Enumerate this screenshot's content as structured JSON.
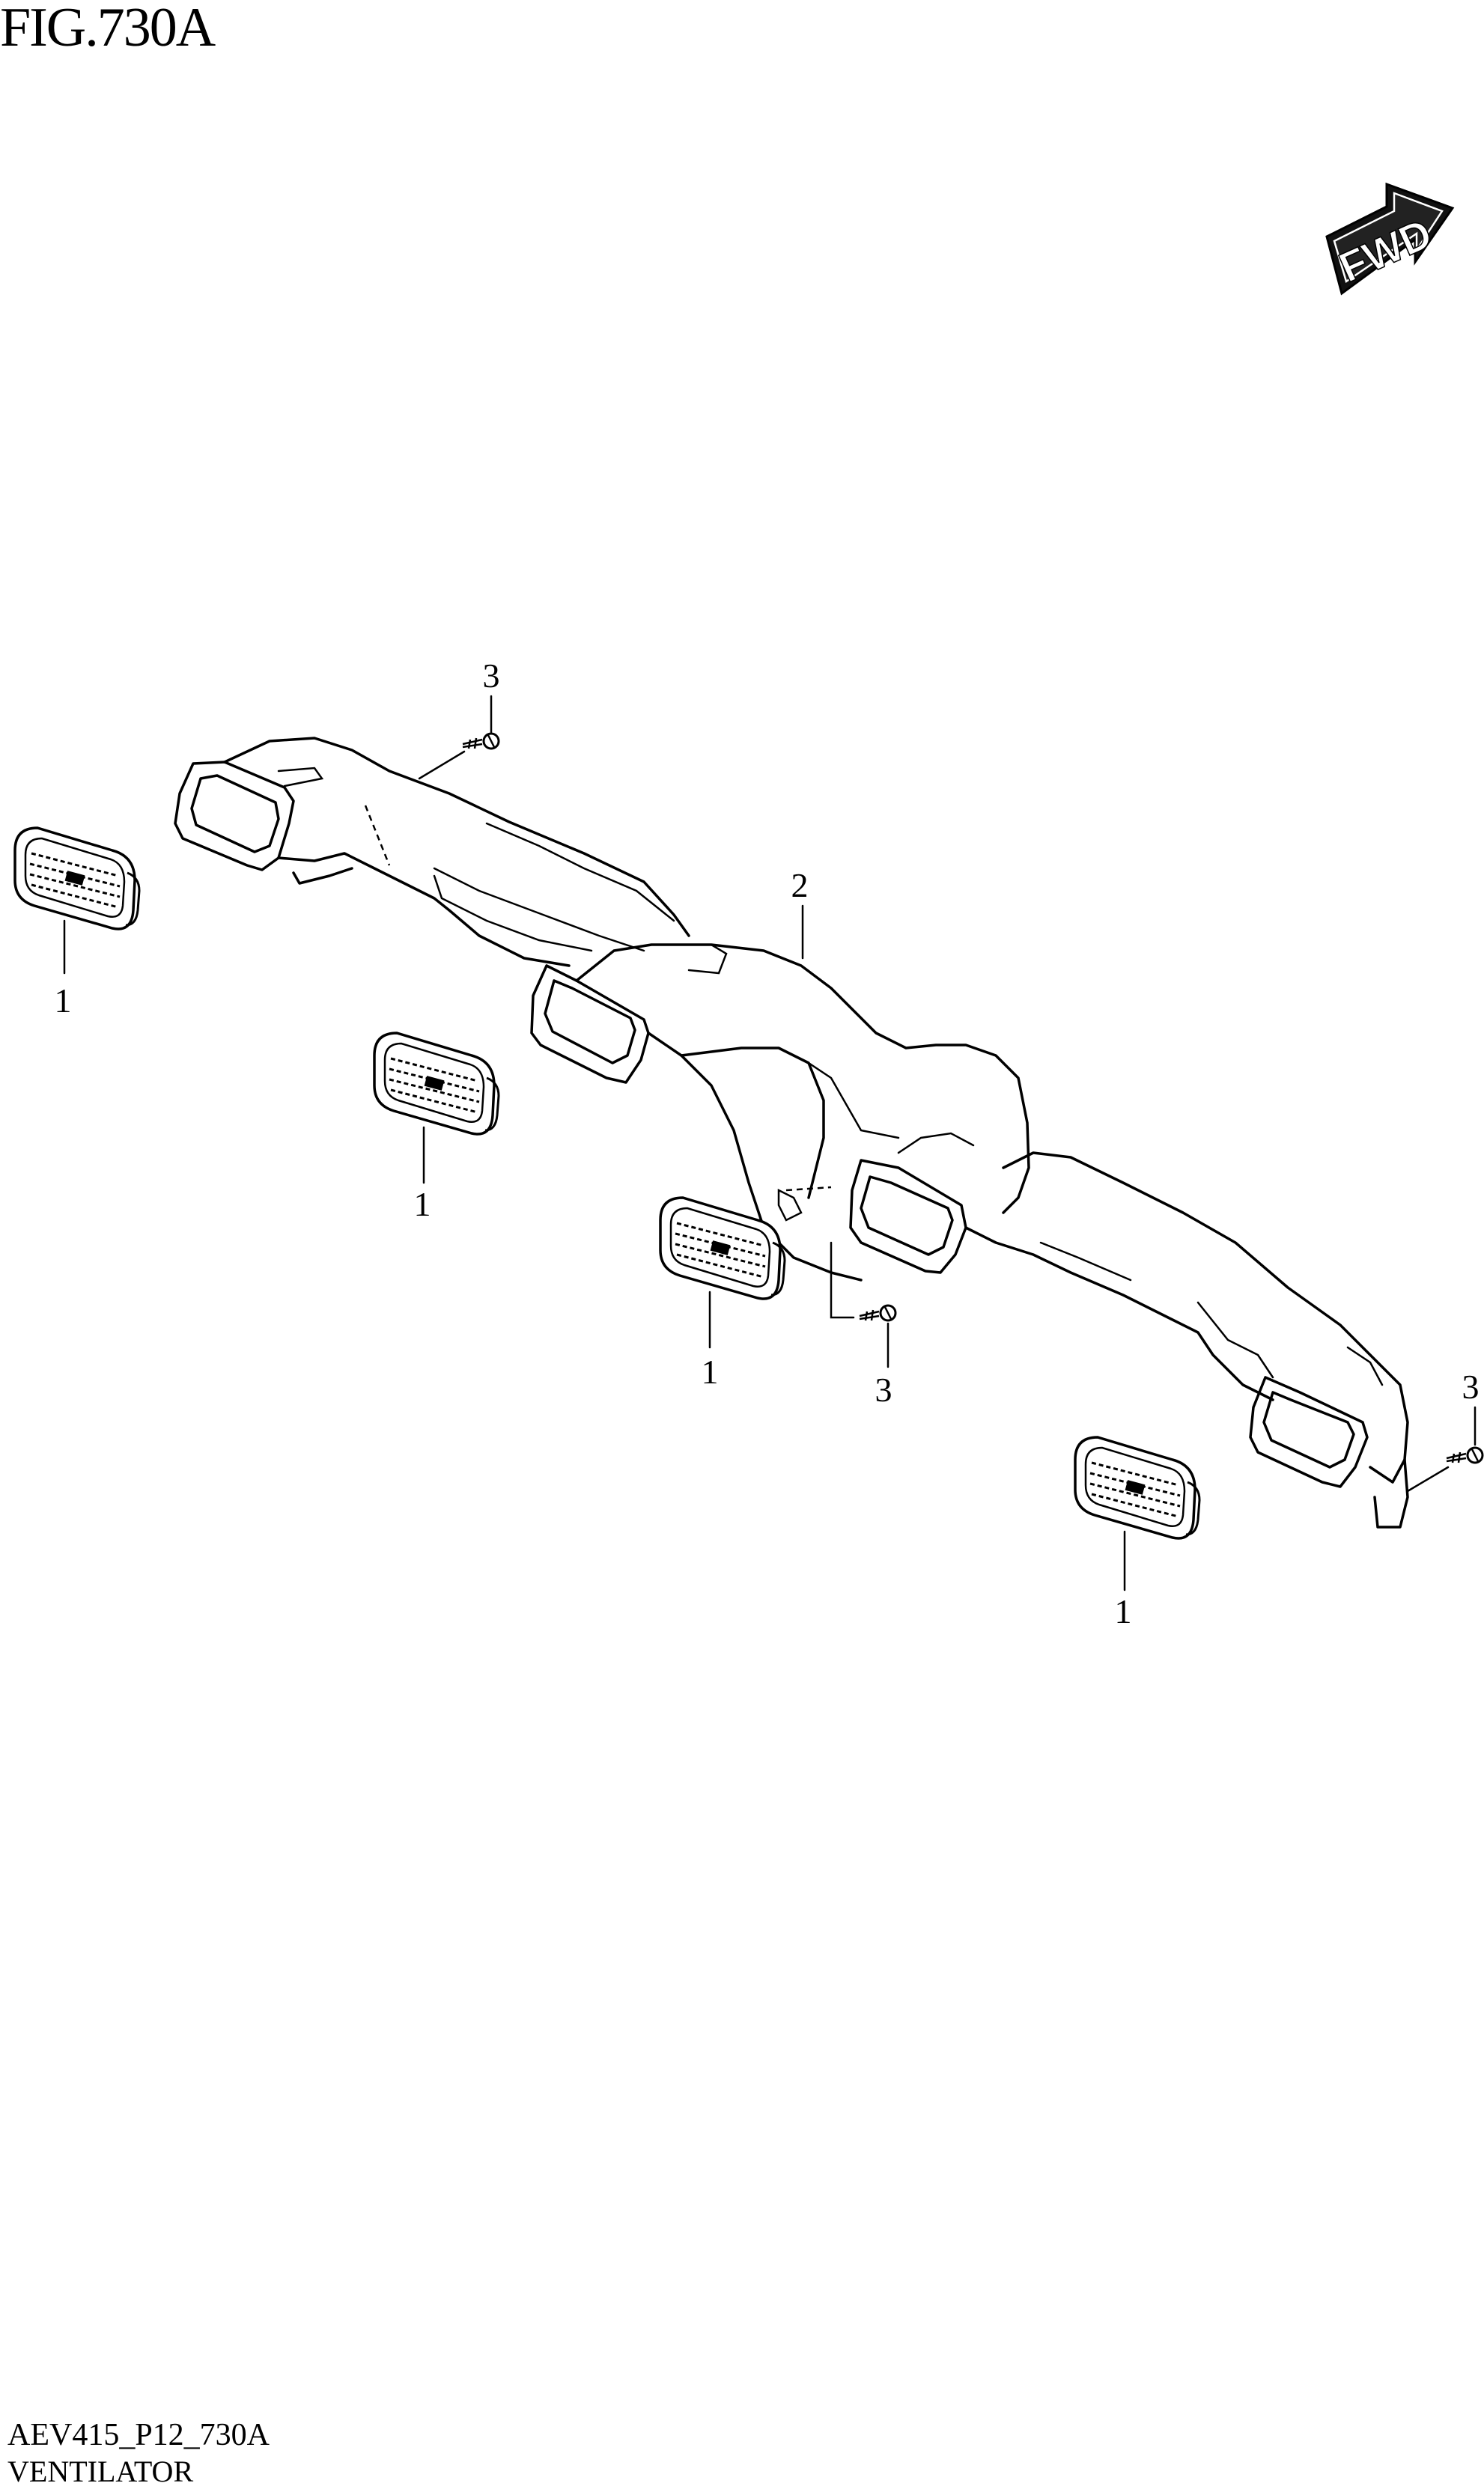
{
  "figure": {
    "title": "FIG.730A",
    "code": "AEV415_P12_730A",
    "name": "VENTILATOR",
    "fwd_label": "FWD"
  },
  "callouts": [
    {
      "id": "grille-1-a",
      "label": "1"
    },
    {
      "id": "grille-1-b",
      "label": "1"
    },
    {
      "id": "grille-1-c",
      "label": "1"
    },
    {
      "id": "grille-1-d",
      "label": "1"
    },
    {
      "id": "duct-2",
      "label": "2"
    },
    {
      "id": "screw-3-a",
      "label": "3"
    },
    {
      "id": "screw-3-b",
      "label": "3"
    },
    {
      "id": "screw-3-c",
      "label": "3"
    }
  ],
  "icons": {
    "fwd_arrow": "fwd-arrow-icon",
    "grille": "vent-grille-icon",
    "screw": "screw-icon",
    "duct": "ventilator-duct"
  }
}
